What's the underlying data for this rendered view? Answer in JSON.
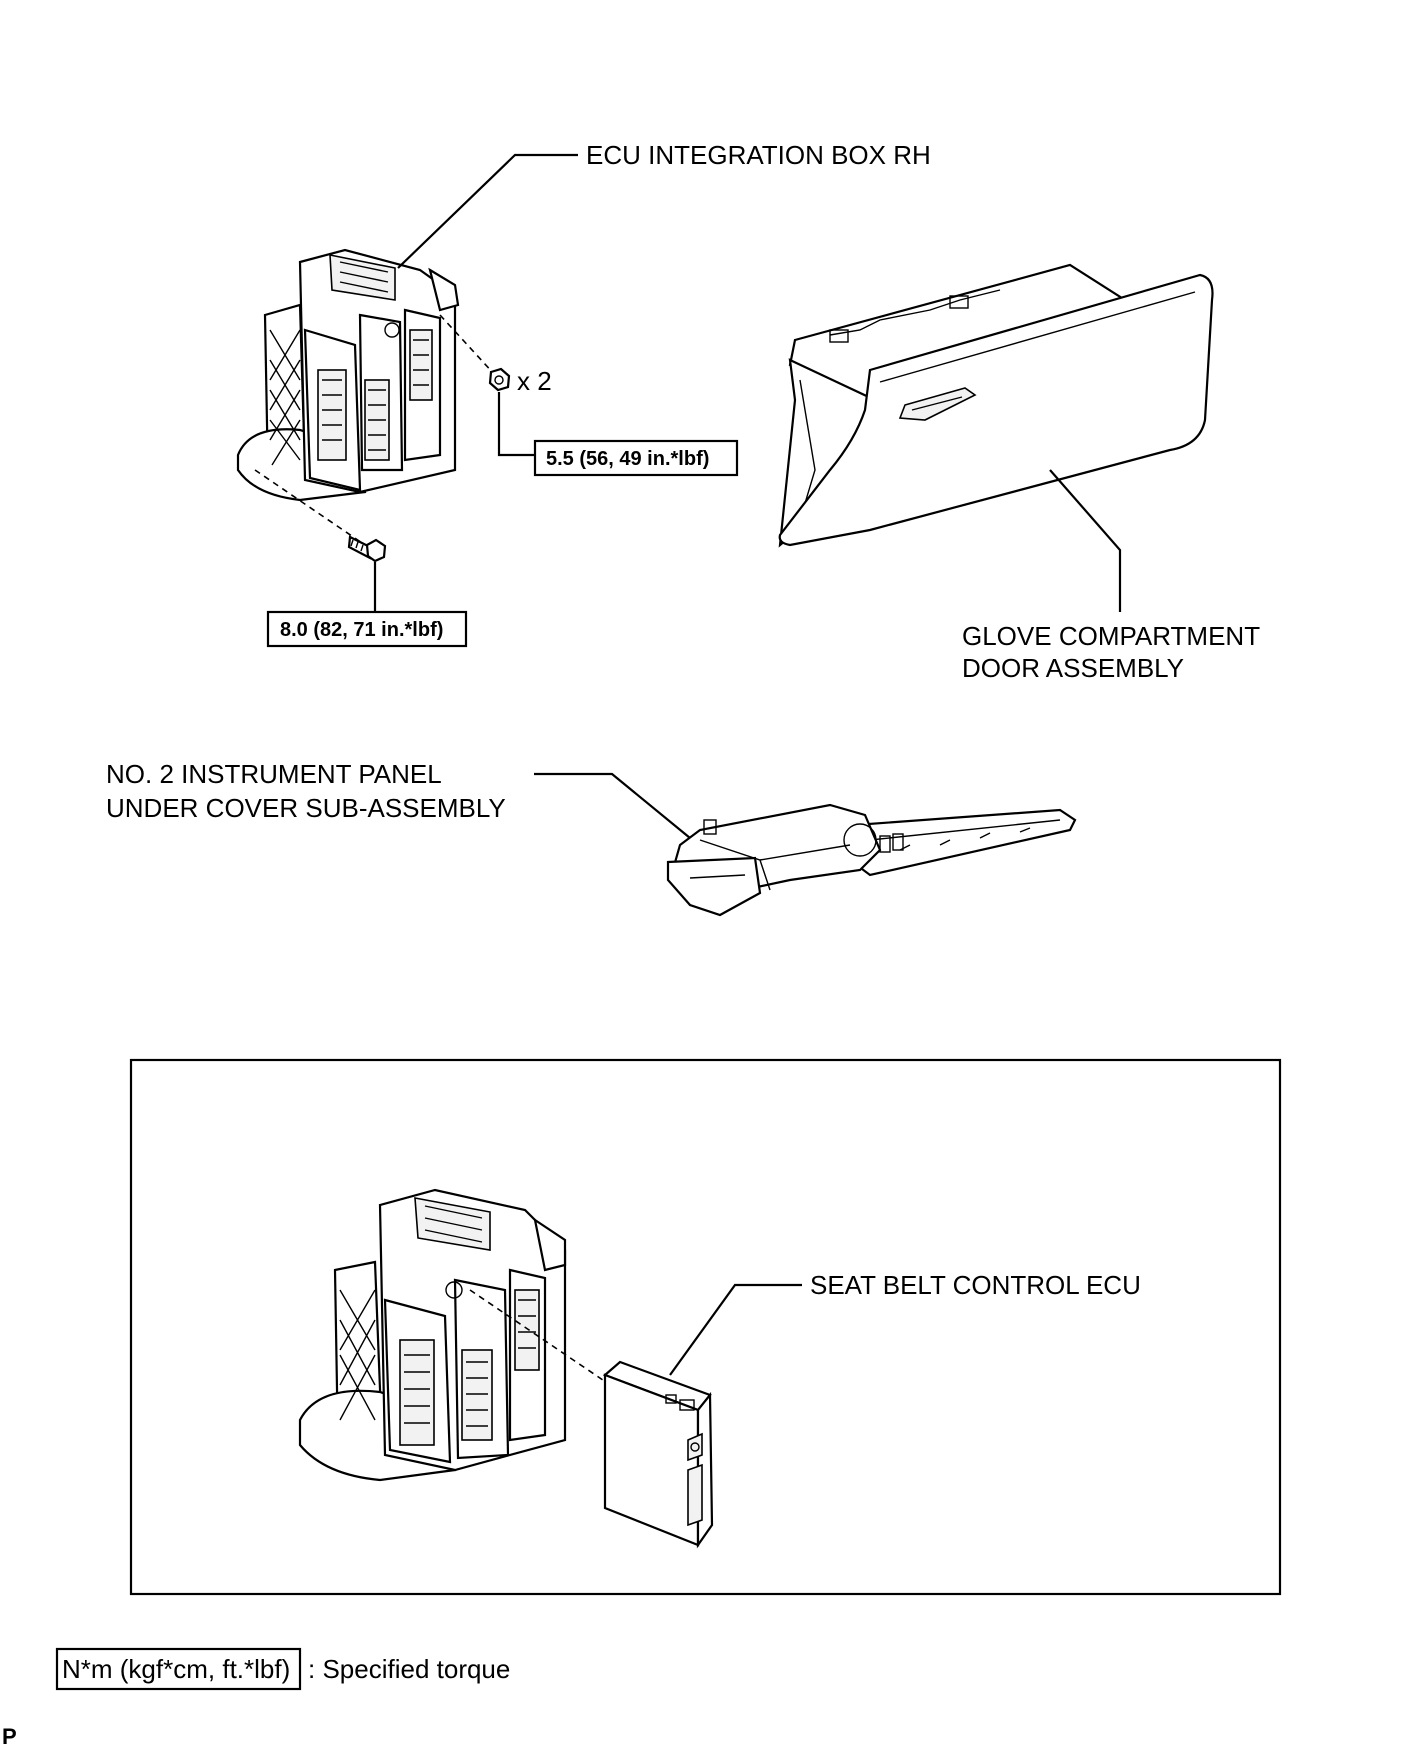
{
  "labels": {
    "ecu_integration_box": "ECU INTEGRATION BOX RH",
    "glove_compartment_line1": "GLOVE COMPARTMENT",
    "glove_compartment_line2": "DOOR ASSEMBLY",
    "under_cover_line1": "NO. 2 INSTRUMENT PANEL",
    "under_cover_line2": "UNDER COVER SUB-ASSEMBLY",
    "seat_belt_ecu": "SEAT BELT CONTROL ECU",
    "nut_quantity": "x 2"
  },
  "torques": {
    "nut": "5.5 (56, 49 in.*lbf)",
    "bolt": "8.0 (82, 71 in.*lbf)"
  },
  "legend": {
    "unit": "N*m (kgf*cm, ft.*lbf)",
    "description": ": Specified torque"
  },
  "corner_mark": "P"
}
